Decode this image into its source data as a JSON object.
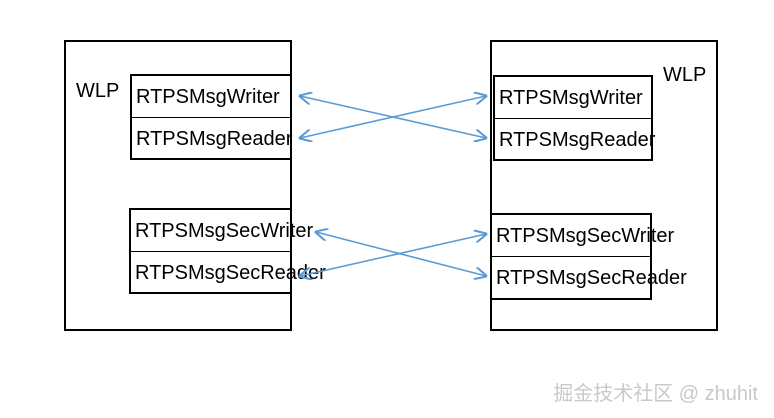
{
  "left": {
    "title": "WLP",
    "msg_writer": "RTPSMsgWriter",
    "msg_reader": "RTPSMsgReader",
    "sec_writer": "RTPSMsgSecWriter",
    "sec_reader": "RTPSMsgSecReader"
  },
  "right": {
    "title": "WLP",
    "msg_writer": "RTPSMsgWriter",
    "msg_reader": "RTPSMsgReader",
    "sec_writer": "RTPSMsgSecWriter",
    "sec_reader": "RTPSMsgSecReader"
  },
  "arrow_color": "#5b9bd5",
  "watermark": "掘金技术社区 @ zhuhit"
}
